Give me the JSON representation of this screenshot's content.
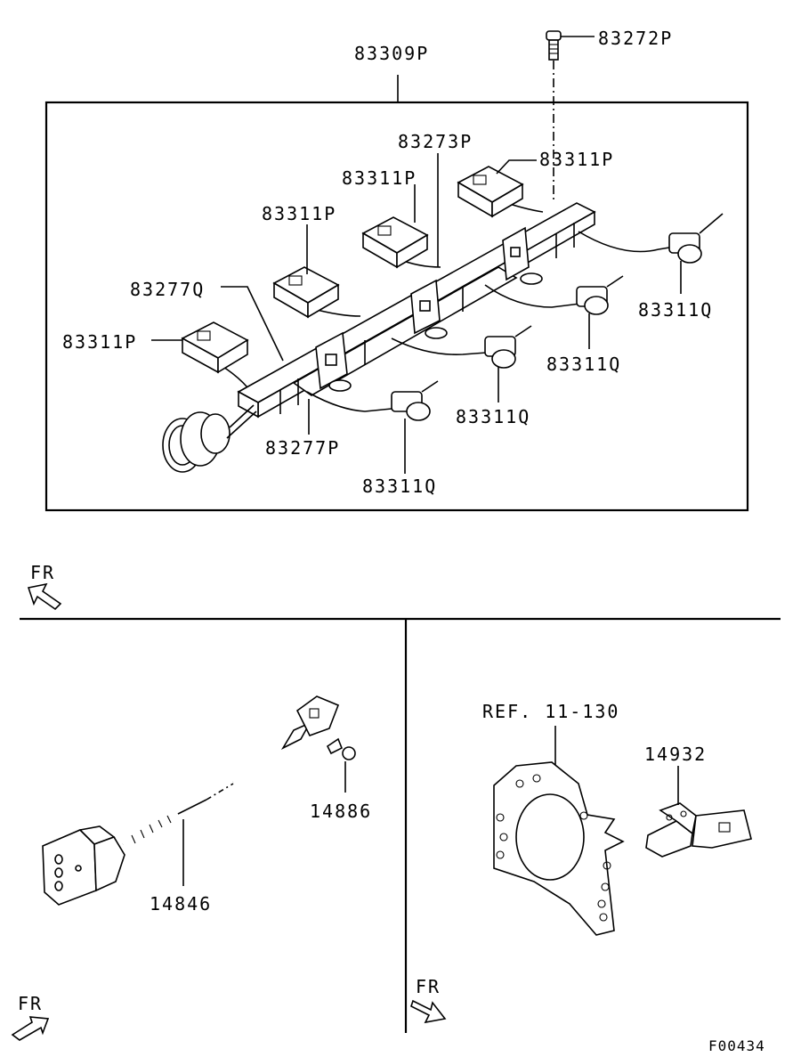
{
  "callouts": {
    "harness_assy": "83309P",
    "bolt": "83272P",
    "bracket_center": "83273P",
    "connector_p_1": "83311P",
    "connector_p_2": "83311P",
    "connector_p_3": "83311P",
    "connector_p_4": "83311P",
    "clamp_q": "83277Q",
    "clamp_p": "83277P",
    "solenoid_q_1": "83311Q",
    "solenoid_q_2": "83311Q",
    "solenoid_q_3": "83311Q",
    "solenoid_q_4": "83311Q",
    "sensor_harness": "14846",
    "sensor_bolt": "14886",
    "ref_plate": "REF. 11-130",
    "sensor": "14932"
  },
  "direction": {
    "fr_top": "FR",
    "fr_bottom_left": "FR",
    "fr_bottom_right": "FR"
  },
  "figure_code": "F00434",
  "icons": [
    "fr-arrow-icon",
    "connector-icon",
    "solenoid-icon",
    "bolt-icon",
    "sensor-icon"
  ]
}
